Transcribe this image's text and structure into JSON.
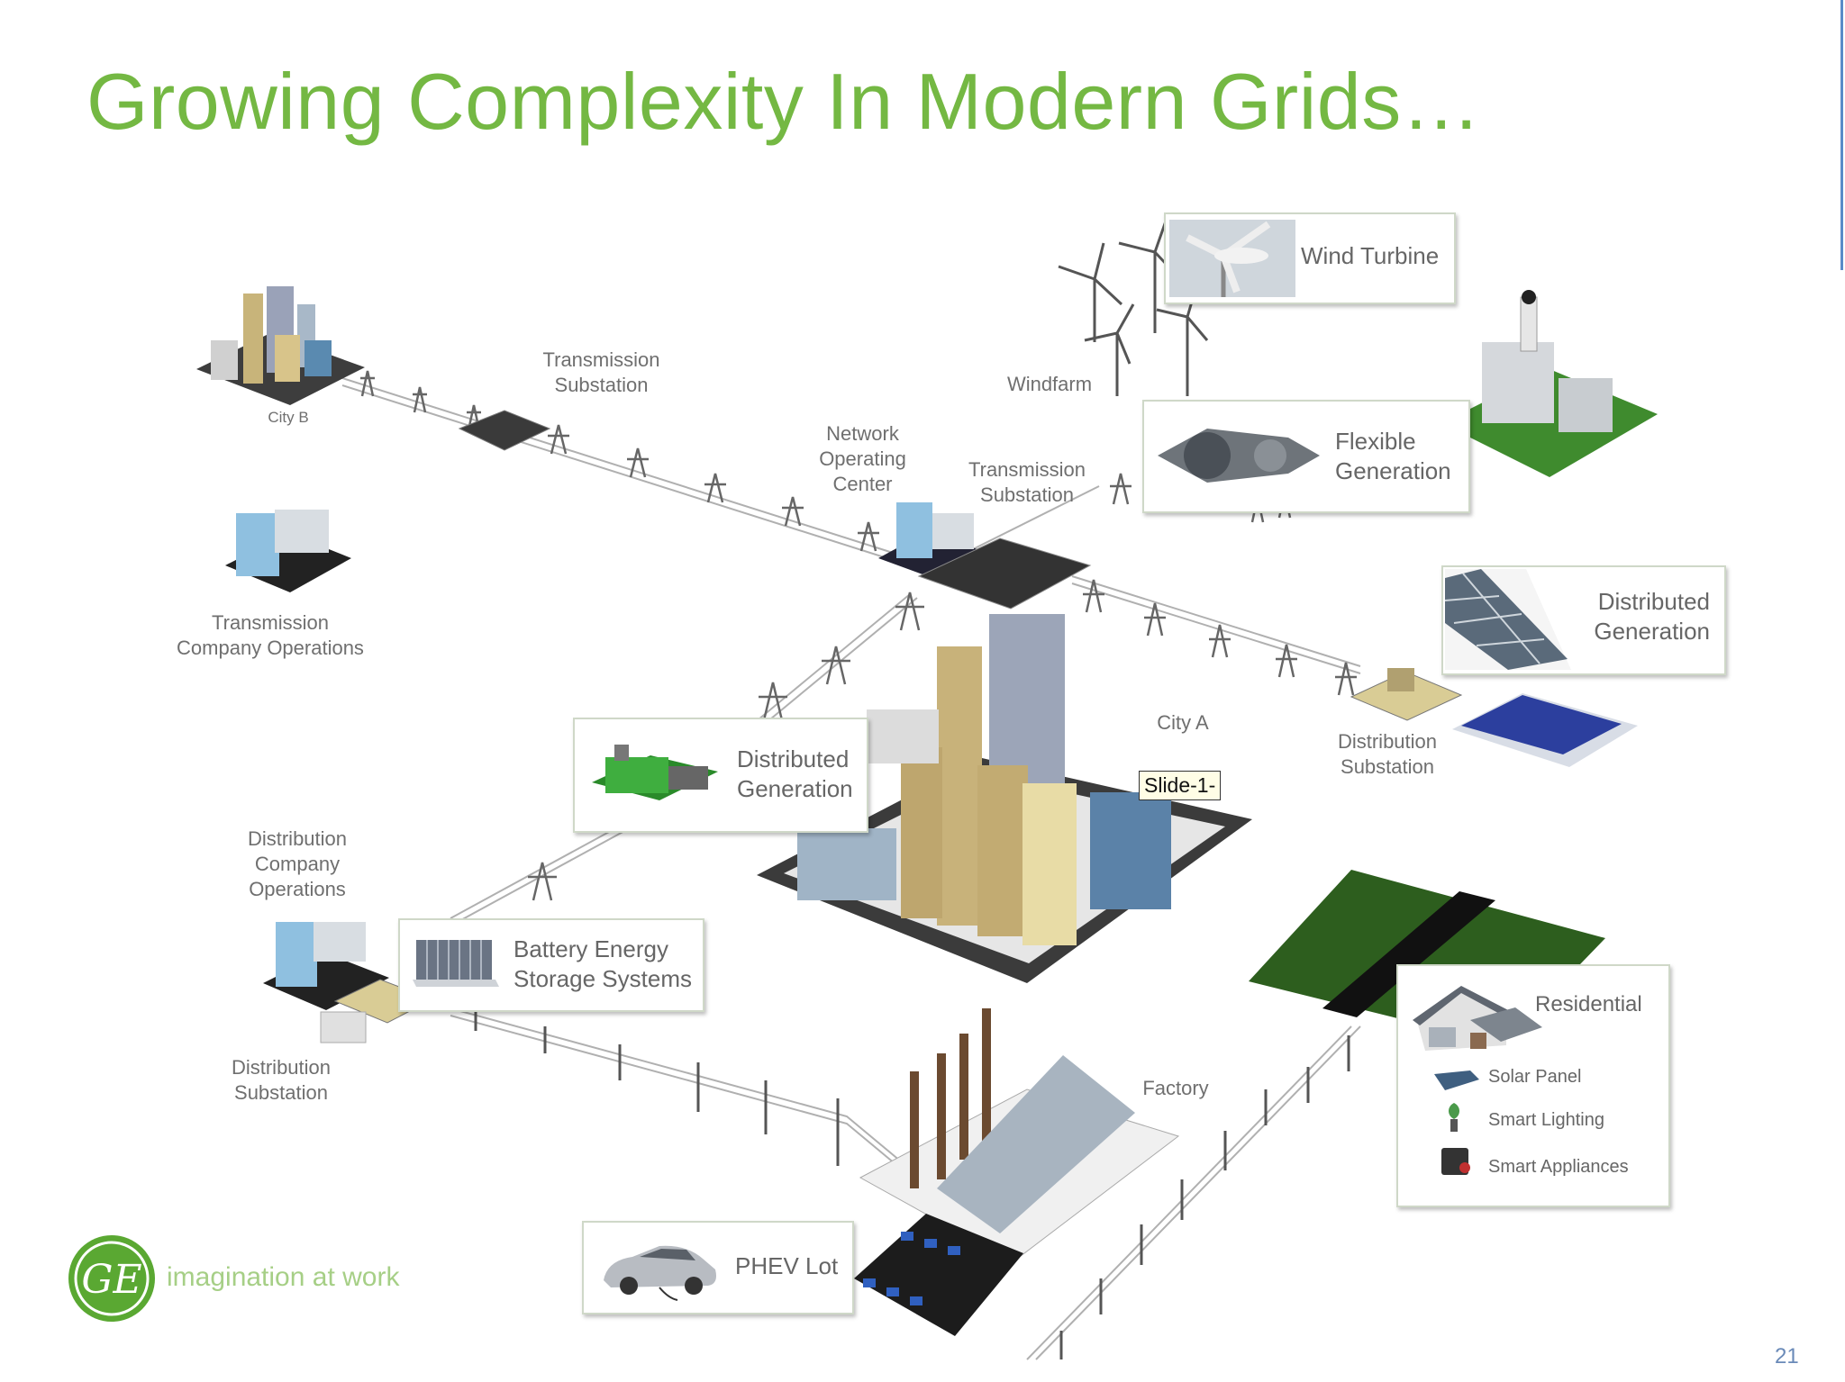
{
  "title": "Growing Complexity In Modern Grids…",
  "labels": {
    "city_b": "City B",
    "transmission_substation_top": "Transmission\nSubstation",
    "windfarm": "Windfarm",
    "network_operating_center": "Network\nOperating\nCenter",
    "transmission_substation_mid": "Transmission\nSubstation",
    "transmission_company_ops": "Transmission\nCompany Operations",
    "city_a": "City A",
    "distribution_substation_right": "Distribution\nSubstation",
    "distribution_company_ops": "Distribution\nCompany\nOperations",
    "distribution_substation_left": "Distribution\nSubstation",
    "factory": "Factory"
  },
  "boxes": {
    "wind_turbine": "Wind Turbine",
    "flexible_generation": "Flexible\nGeneration",
    "distributed_generation_right": "Distributed\nGeneration",
    "distributed_generation_center": "Distributed\nGeneration",
    "battery_storage": "Battery Energy\nStorage Systems",
    "phev_lot": "PHEV Lot",
    "residential": {
      "title": "Residential",
      "items": [
        "Solar Panel",
        "Smart Lighting",
        "Smart Appliances"
      ]
    }
  },
  "callout": "Slide-1-",
  "logo": {
    "mark": "GE",
    "tagline": "imagination at work"
  },
  "page_number": "21",
  "colors": {
    "title_green": "#74b843",
    "logo_green": "#5aa832",
    "text_gray": "#6f6f6f"
  }
}
